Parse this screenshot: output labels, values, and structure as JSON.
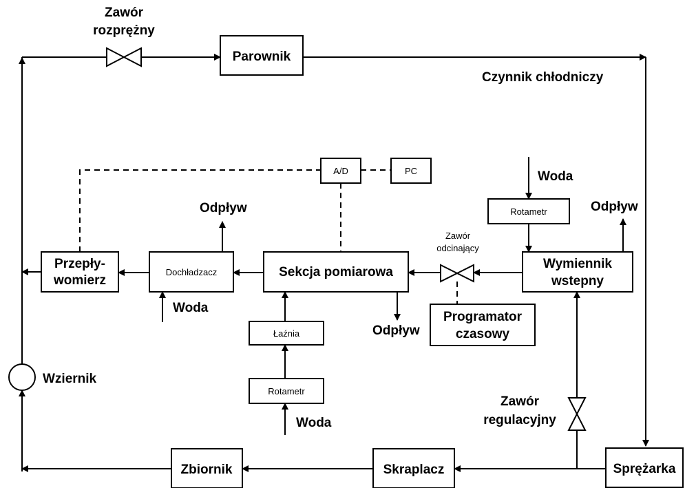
{
  "components": {
    "parownik": "Parownik",
    "sprezarka": "Sprężarka",
    "skraplacz": "Skraplacz",
    "zbiornik": "Zbiornik",
    "wziernik": "Wziernik",
    "przeplywomierz_line1": "Przepły-",
    "przeplywomierz_line2": "womierz",
    "dochladzacz": "Dochładzacz",
    "sekcja_pomiarowa": "Sekcja pomiarowa",
    "wymiennik_line1": "Wymiennik",
    "wymiennik_line2": "wstepny",
    "programator_line1": "Programator",
    "programator_line2": "czasowy",
    "rotametr_top": "Rotametr",
    "rotametr_bottom": "Rotametr",
    "laznia": "Łaźnia",
    "ad": "A/D",
    "pc": "PC"
  },
  "valves": {
    "rozprezny_line1": "Zawór",
    "rozprezny_line2": "rozprężny",
    "odcinajacy_line1": "Zawór",
    "odcinajacy_line2": "odcinający",
    "regulacyjny_line1": "Zawór",
    "regulacyjny_line2": "regulacyjny"
  },
  "labels": {
    "czynnik": "Czynnik chłodniczy",
    "woda_wymiennik": "Woda",
    "woda_dochladzacz": "Woda",
    "woda_rotametr": "Woda",
    "odplyw_dochladzacz": "Odpływ",
    "odplyw_wymiennik": "Odpływ",
    "odplyw_sekcja": "Odpływ"
  }
}
